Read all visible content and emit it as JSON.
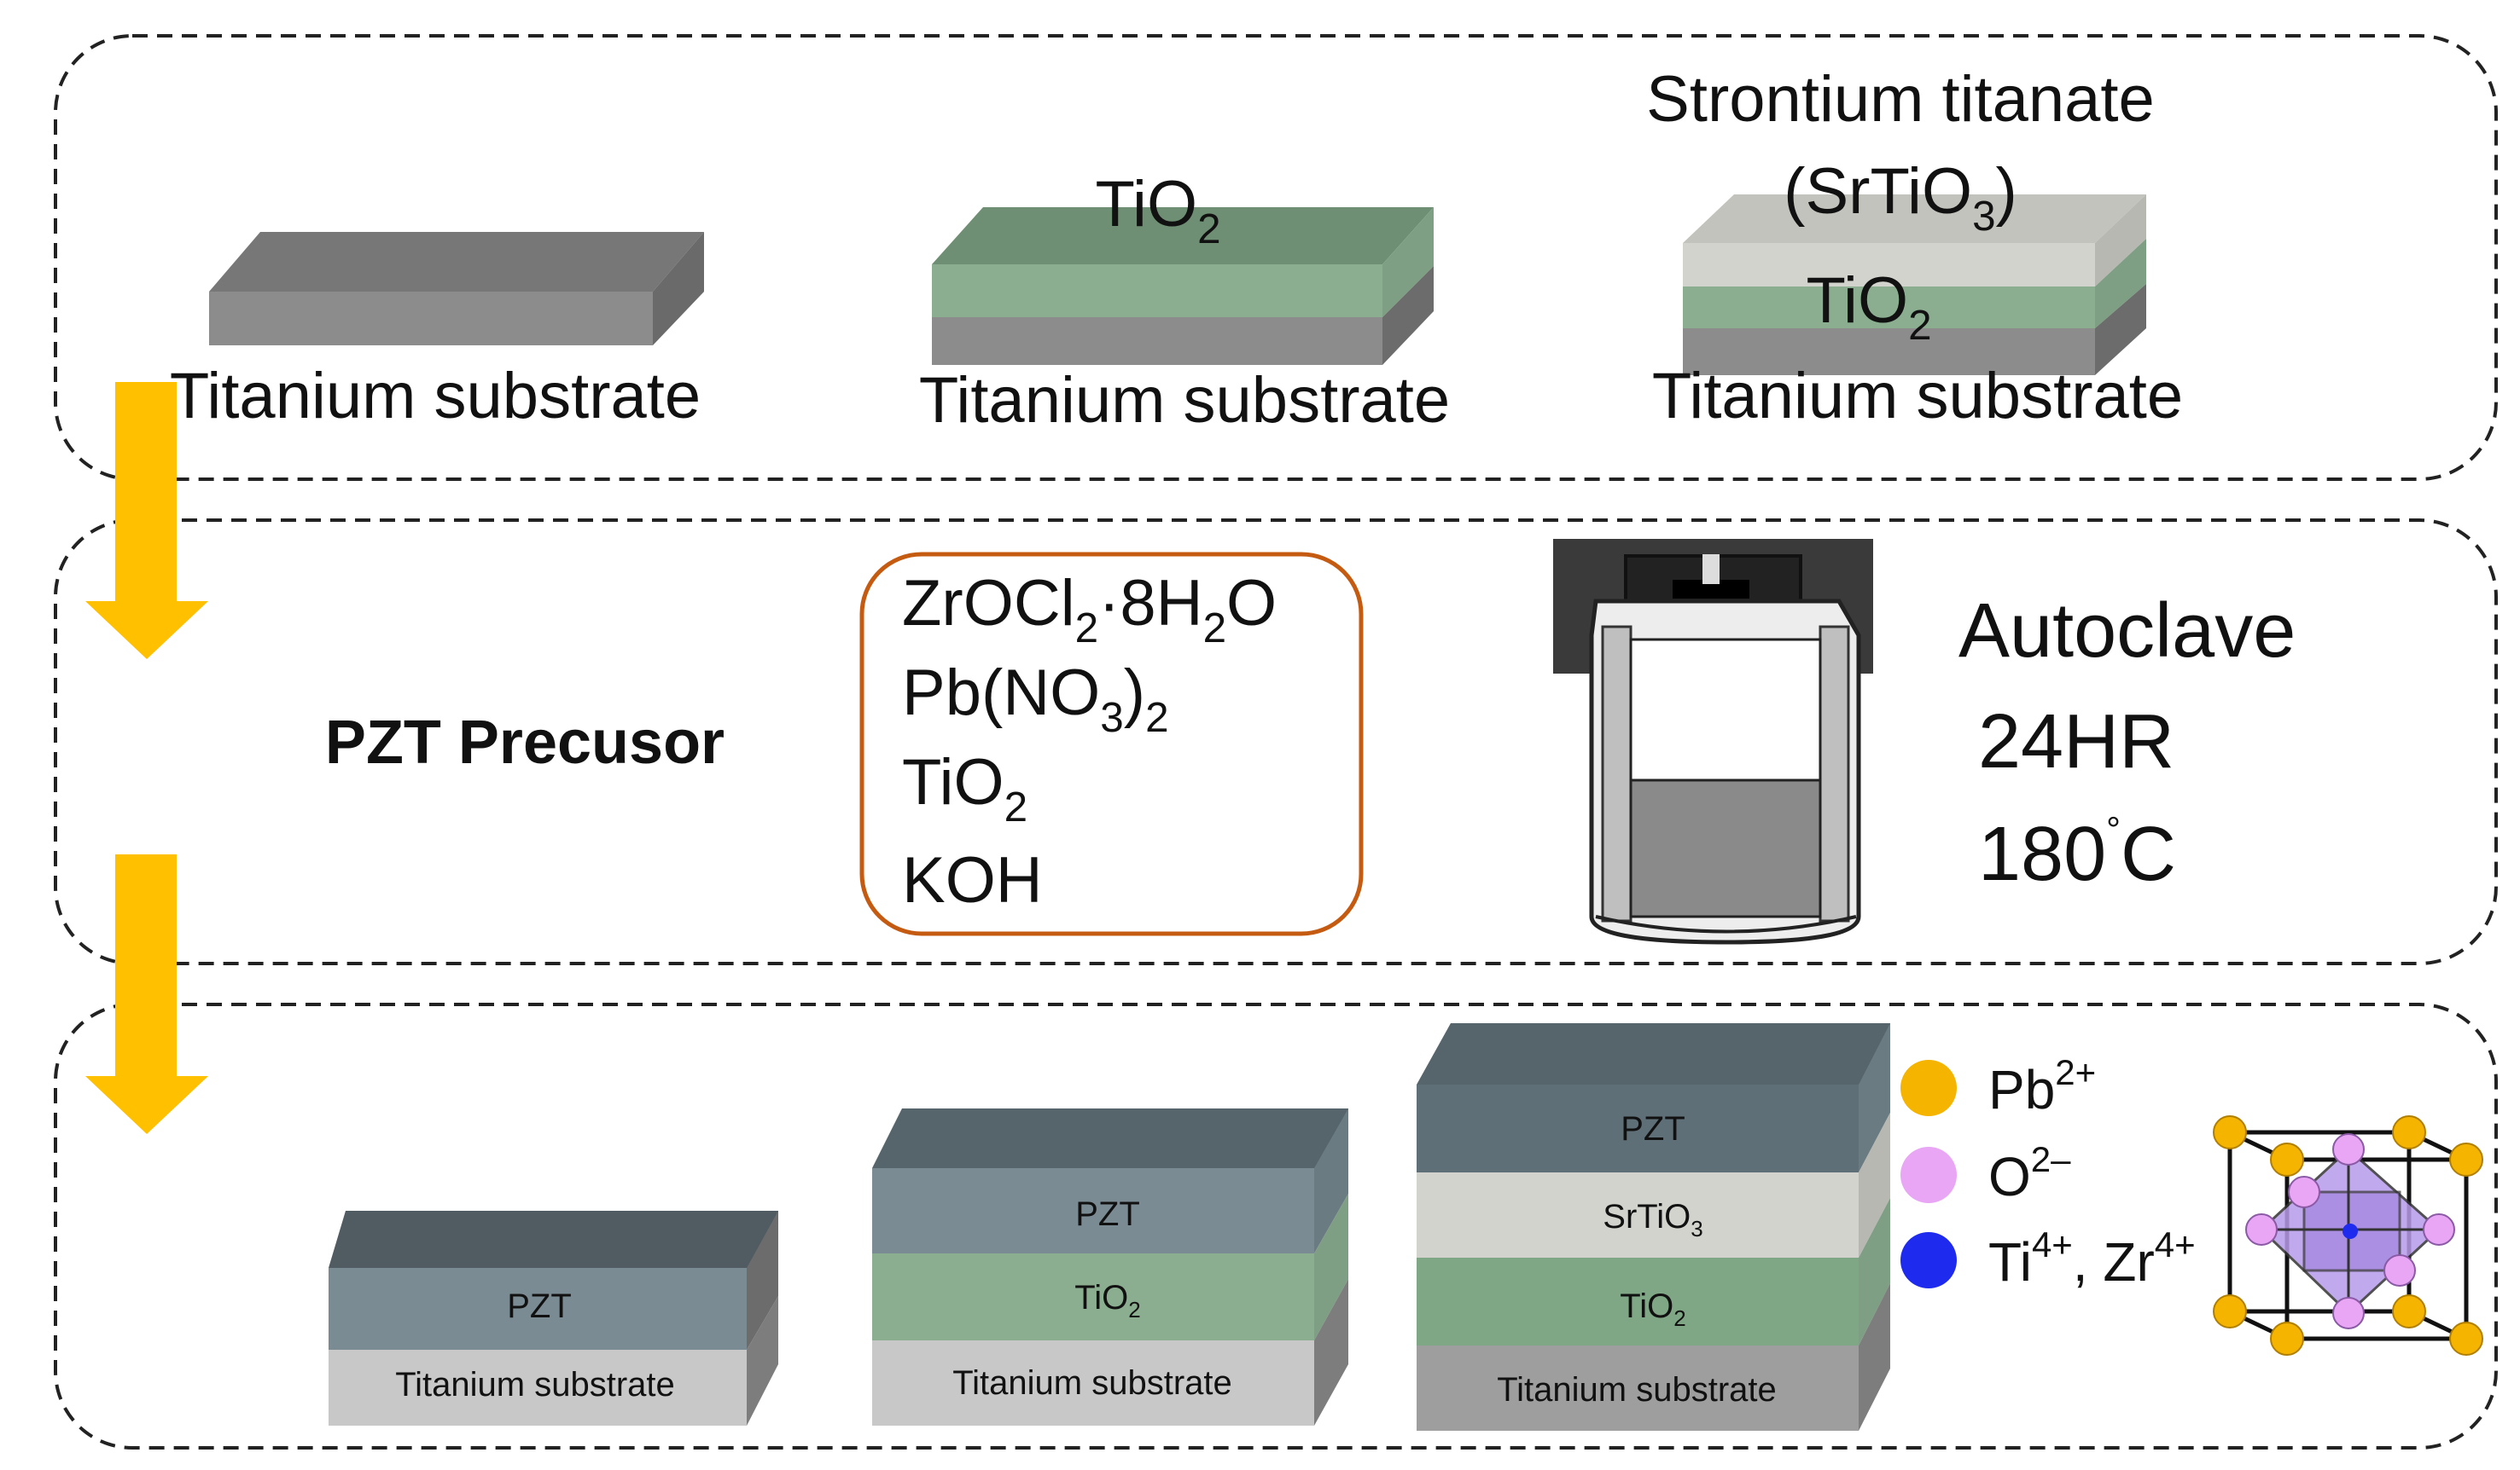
{
  "colors": {
    "arrow": "#FFC000",
    "precursor_border": "#C55A11",
    "titanium_front": "#8C8C8C",
    "titanium_top": "#777777",
    "tio2_front": "#8AAE8F",
    "tio2_top": "#6E8F73",
    "srtio3_front": "#D3D3CD",
    "srtio3_top": "#C3C3BD",
    "pzt_front": "#7A8B93",
    "pzt_top": "#5B6970",
    "pb_ion": "#F5B400",
    "o_ion": "#E8A6F5",
    "ti_zr_ion": "#1E2BEF",
    "octahedron": "#B79BEA"
  },
  "stage1": {
    "substrate_label": "Titanium substrate",
    "tio2_label": {
      "base": "TiO",
      "sub": "2"
    },
    "srtio3_name": "Strontium titanate",
    "srtio3_formula": {
      "open": "(SrTiO",
      "sub": "3",
      "close": ")"
    }
  },
  "stage2": {
    "precursor_label": "PZT Precusor",
    "chemicals": {
      "zrocl2": {
        "a": "ZrOCl",
        "s1": "2",
        "b": "·8H",
        "s2": "2",
        "c": "O"
      },
      "pbno3": {
        "a": "Pb(NO",
        "s1": "3",
        "b": ")",
        "s2": "2"
      },
      "tio2": {
        "a": "TiO",
        "s1": "2"
      },
      "koh": "KOH"
    },
    "autoclave_label": "Autoclave",
    "duration": "24HR",
    "temperature": "180",
    "temperature_unit": "C",
    "degree_mark": "°"
  },
  "stage3": {
    "pzt_label": "PZT",
    "substrate_label": "Titanium substrate",
    "tio2_label": {
      "base": "TiO",
      "sub": "2"
    },
    "srtio3_label": {
      "base": "SrTiO",
      "sub": "3"
    },
    "legend": {
      "pb": {
        "base": "Pb",
        "sup": "2+"
      },
      "o": {
        "base": "O",
        "sup": "2–"
      },
      "tizr": {
        "a": "Ti",
        "s1": "4+",
        "sep": ", Zr",
        "s2": "4+"
      }
    }
  }
}
